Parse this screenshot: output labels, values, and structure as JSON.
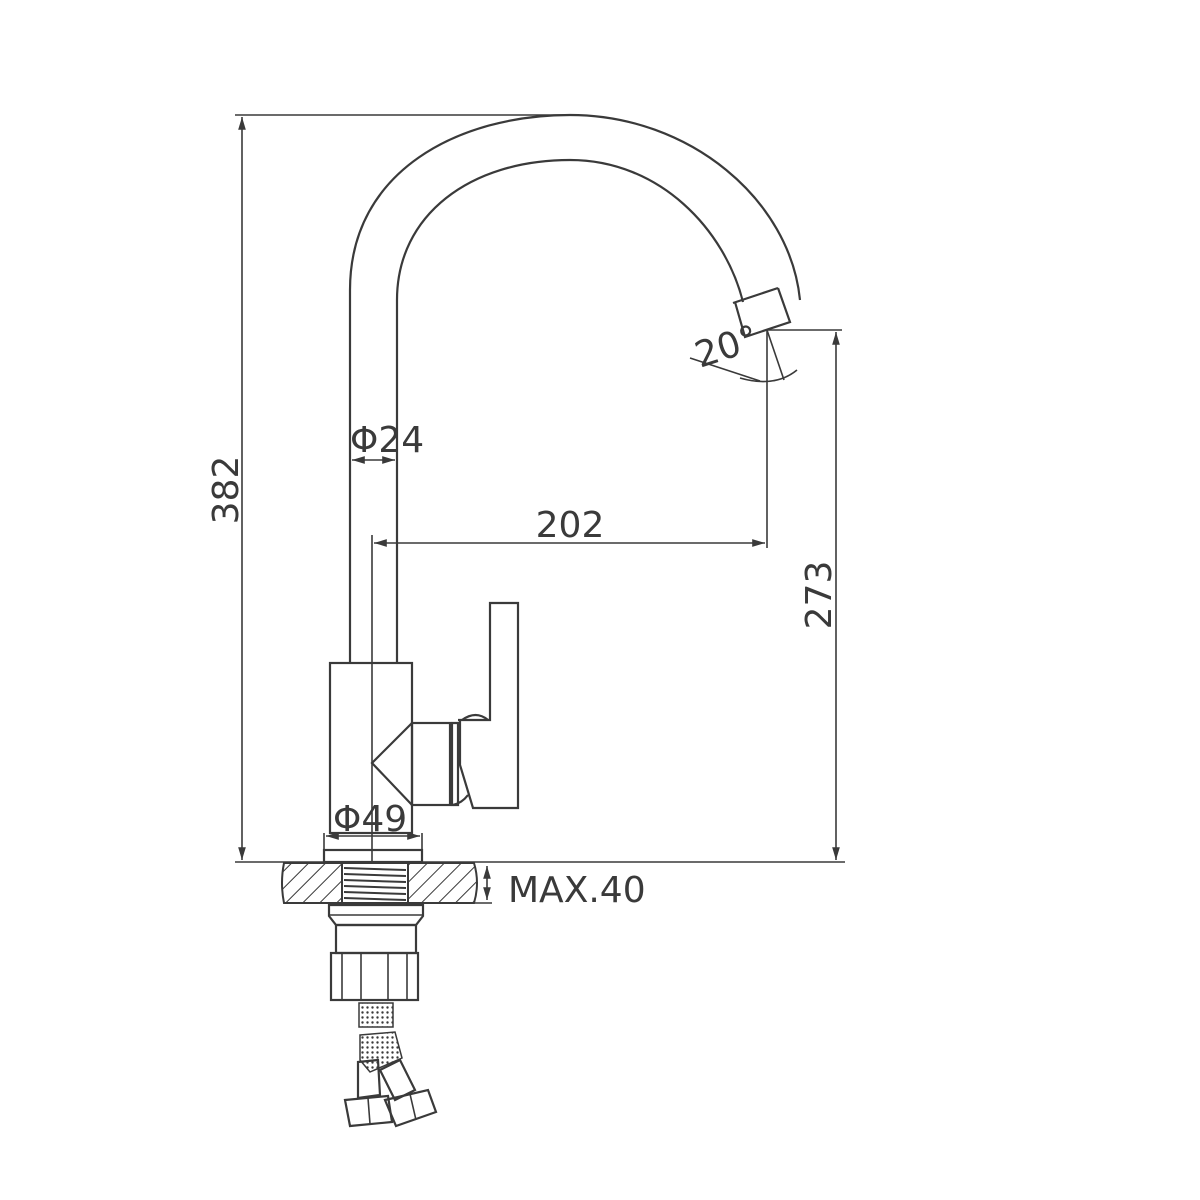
{
  "dimensions": {
    "height_total": "382",
    "spout_height": "273",
    "spout_reach": "202",
    "spout_diameter": "Φ24",
    "base_diameter": "Φ49",
    "max_counter_thickness": "MAX.40",
    "spout_angle": "20°"
  },
  "colors": {
    "line": "#3a3a3a",
    "background": "#ffffff"
  }
}
